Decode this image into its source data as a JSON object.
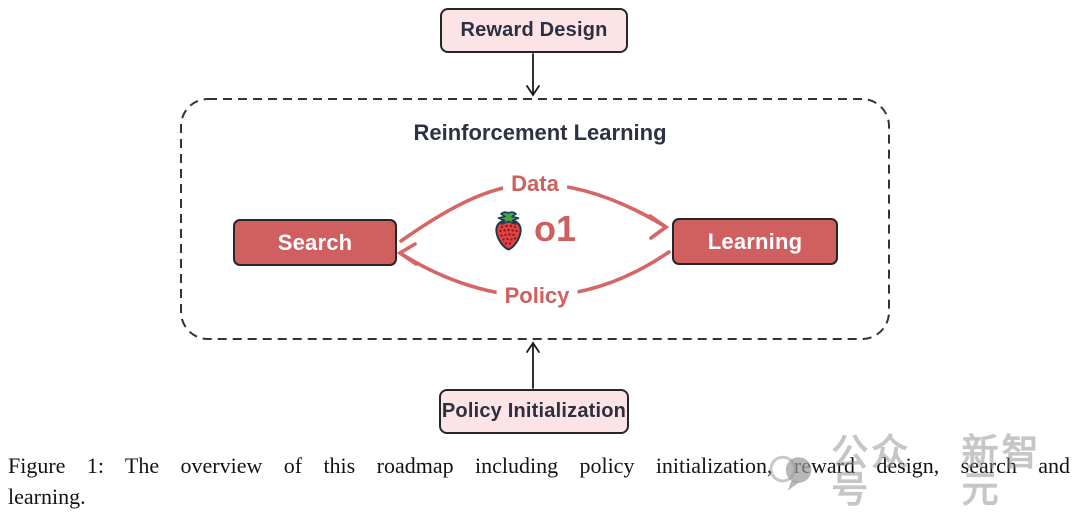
{
  "diagram": {
    "reward_design": {
      "label": "Reward Design"
    },
    "rl_container": {
      "title": "Reinforcement Learning"
    },
    "search": {
      "label": "Search"
    },
    "learning": {
      "label": "Learning"
    },
    "edges": {
      "data_label": "Data",
      "policy_label": "Policy"
    },
    "center": {
      "model_label": "o1",
      "icon": "strawberry-icon"
    },
    "policy_init": {
      "label": "Policy Initialization"
    }
  },
  "caption": {
    "line1": "Figure 1: The overview of this roadmap including policy initialization, reward design, search and",
    "line2": "learning."
  },
  "watermark": {
    "account_type": "公众号",
    "account_name": "新智元"
  },
  "colors": {
    "node_red": "#d05f5f",
    "edge_red": "#d66565",
    "pink_fill": "#fce4e6",
    "border_dark": "#262626",
    "title_dark": "#2d3142",
    "caption_text": "#131313",
    "watermark_gray": "#8f8f8f"
  }
}
